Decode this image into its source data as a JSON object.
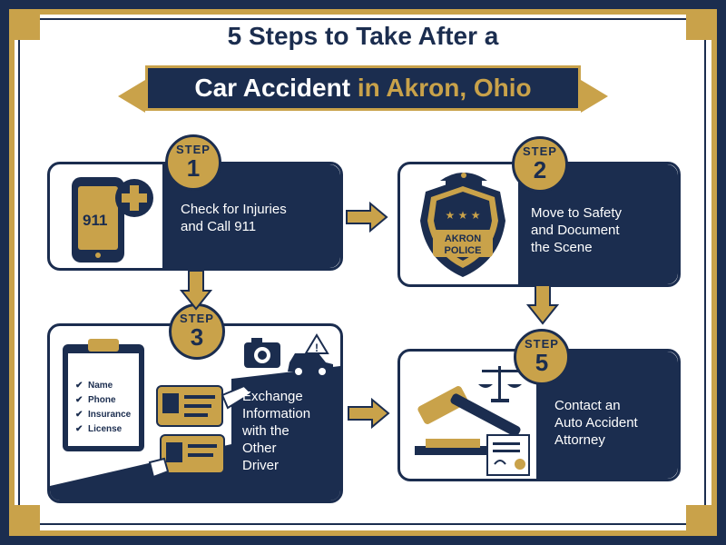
{
  "title": {
    "line1": "5 Steps to Take After a",
    "line2_main": "Car Accident",
    "line2_highlight": "in Akron, Ohio"
  },
  "steps": [
    {
      "label": "STEP",
      "number": "1",
      "text_lines": [
        "Check for Injuries",
        "and Call 911"
      ],
      "icon_text": "911"
    },
    {
      "label": "STEP",
      "number": "2",
      "text_lines": [
        "Move to Safety",
        "and Document",
        "the Scene"
      ],
      "badge_lines": [
        "AKRON",
        "POLICE"
      ]
    },
    {
      "label": "STEP",
      "number": "3",
      "text_lines": [
        "Exchange",
        "Information",
        "with the",
        "Other",
        "Driver"
      ],
      "checklist": [
        "Name",
        "Phone",
        "Insurance",
        "License"
      ]
    },
    {
      "label": "STEP",
      "number": "5",
      "text_lines": [
        "Contact an",
        "Auto Accident",
        "Attorney"
      ]
    }
  ],
  "colors": {
    "navy": "#1b2d4f",
    "gold": "#c9a24a",
    "white": "#ffffff"
  },
  "icons": [
    "phone-icon",
    "medical-cross-icon",
    "police-badge-icon",
    "police-hat-icon",
    "clipboard-icon",
    "camera-icon",
    "car-icon",
    "warning-icon",
    "id-card-icon",
    "handshake-icon",
    "gavel-icon",
    "scales-icon",
    "document-icon"
  ]
}
